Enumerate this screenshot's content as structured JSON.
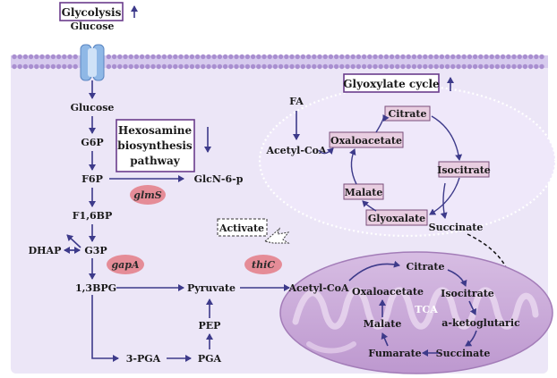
{
  "title_glycolysis": "Glycolysis",
  "glycolysis": {
    "glucose_top": "Glucose",
    "glucose": "Glucose",
    "g6p": "G6P",
    "f6p": "F6P",
    "f16bp": "F1,6BP",
    "dhap": "DHAP",
    "g3p": "G3P",
    "bpg": "1,3BPG",
    "pga3": "3-PGA",
    "pga": "PGA",
    "pep": "PEP",
    "pyruvate": "Pyruvate",
    "acetyl_coa": "Acetyl-CoA"
  },
  "hexosamine": {
    "line1": "Hexosamine",
    "line2": "biosynthesis",
    "line3": "pathway",
    "product": "GlcN-6-p"
  },
  "genes": {
    "glms": "glmS",
    "gapa": "gapA",
    "thic": "thiC"
  },
  "activate": "Activate",
  "glyoxylate": {
    "title": "Glyoxylate cycle",
    "fa": "FA",
    "acetyl_coa": "Acetyl-CoA",
    "citrate": "Citrate",
    "oxaloacetate": "Oxaloacetate",
    "isocitrate": "Isocitrate",
    "malate": "Malate",
    "glyoxalate": "Glyoxalate",
    "succinate": "Succinate"
  },
  "tca": {
    "label": "TCA",
    "citrate": "Citrate",
    "oxaloacetate": "Oxaloacetate",
    "isocitrate": "Isocitrate",
    "akg": "a-ketoglutaric",
    "malate": "Malate",
    "fumarate": "Fumarate",
    "succinate": "Succinate"
  },
  "colors": {
    "cell": "#ece6f7",
    "membrane": "#b29bd6",
    "arrow": "#3d3a8a",
    "gene_fill": "#e58c97",
    "mito": "#c9a8d6"
  }
}
